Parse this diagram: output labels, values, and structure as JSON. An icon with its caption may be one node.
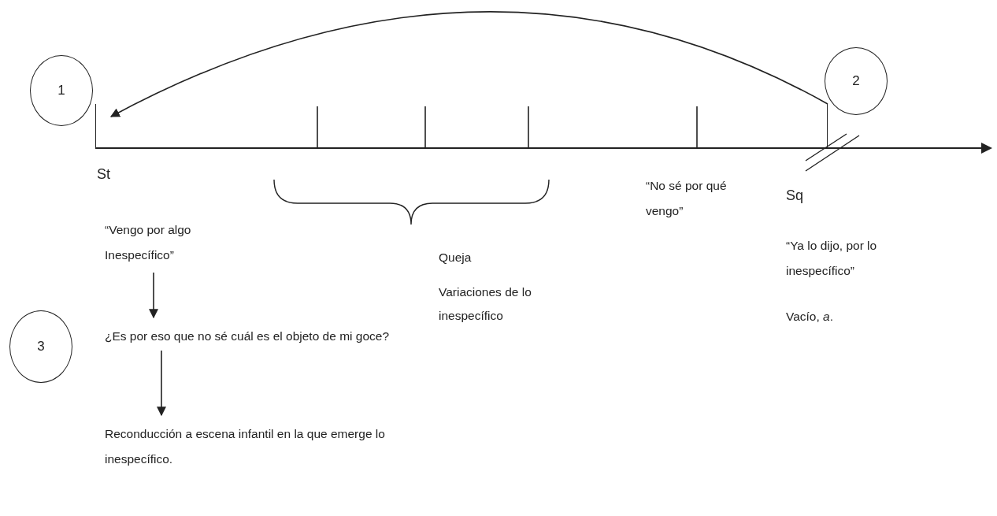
{
  "diagram": {
    "nodes": [
      {
        "text": [
          "1"
        ]
      },
      {
        "text": [
          "2"
        ]
      },
      {
        "text": [
          "3"
        ]
      },
      {
        "text": [
          "“Vengo por algo Inespecífico”"
        ]
      },
      {
        "text": [
          "¿Es por eso que no sé cuál es el objeto de mi goce?"
        ]
      },
      {
        "text": [
          "Reconducción a escena infantil en la que emerge lo inespecífico."
        ]
      },
      {
        "text": [],
        "shape": "bar"
      },
      {
        "text": [],
        "shape": "bar"
      }
    ],
    "edges": [
      {
        "from": 7,
        "to": 6,
        "arrow": "to"
      },
      {
        "from": 3,
        "to": 4,
        "arrow": "to"
      },
      {
        "from": 4,
        "to": 5,
        "arrow": "to"
      }
    ],
    "labels": [
      "St",
      "“No sé por qué vengo”",
      "Sq",
      "Queja",
      "“Ya lo dijo, por lo inespecífico”",
      "Variaciones de lo inespecífico",
      "Vacío, *a*."
    ]
  }
}
